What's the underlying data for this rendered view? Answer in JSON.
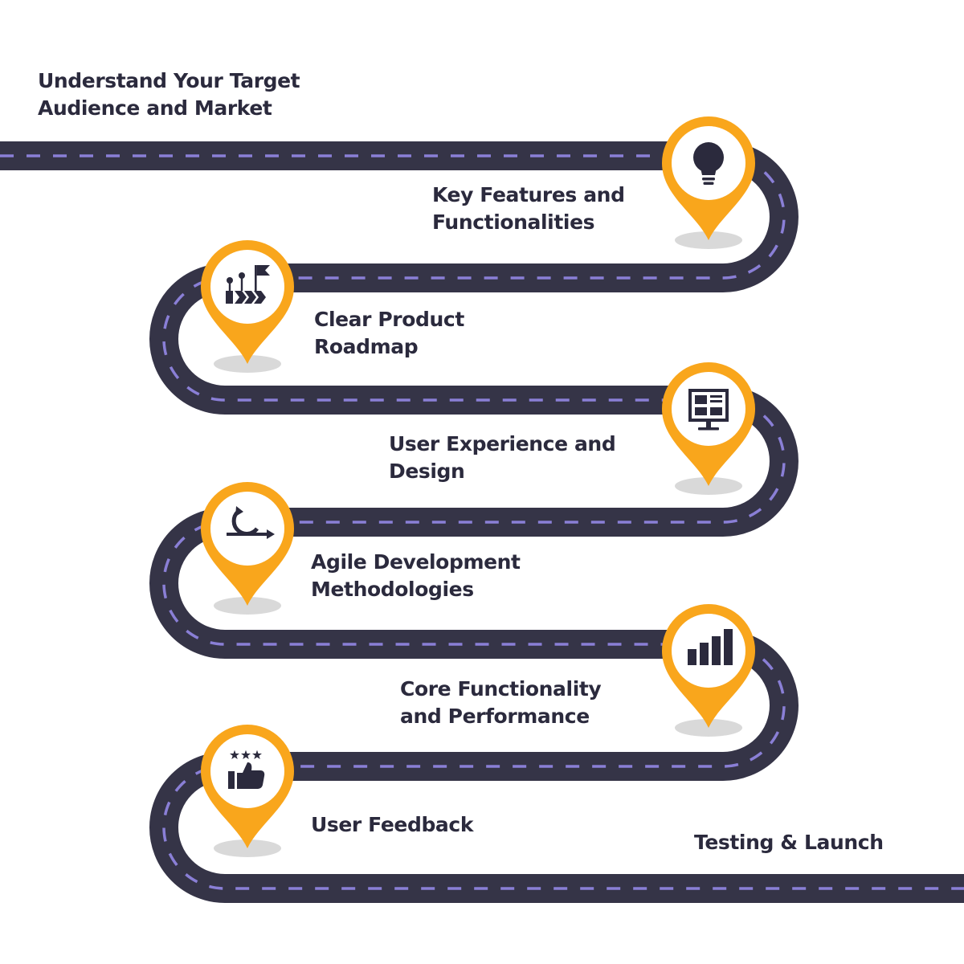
{
  "colors": {
    "road": "#353447",
    "lane_dash": "#8a7fd6",
    "pin": "#f9a61c",
    "pin_inner": "#ffffff",
    "icon": "#2b2a3d",
    "shadow": "#d9d9d9",
    "text": "#2b2a3d"
  },
  "steps": [
    {
      "lines": [
        "Understand Your Target",
        "Audience and Market"
      ]
    },
    {
      "lines": [
        "Key Features and",
        "Functionalities"
      ],
      "icon": "lightbulb-icon"
    },
    {
      "lines": [
        "Clear Product",
        "Roadmap"
      ],
      "icon": "roadmap-flag-icon"
    },
    {
      "lines": [
        "User Experience and",
        "Design"
      ],
      "icon": "monitor-layout-icon"
    },
    {
      "lines": [
        "Agile Development",
        "Methodologies"
      ],
      "icon": "agile-cycle-icon"
    },
    {
      "lines": [
        "Core Functionality",
        "and Performance"
      ],
      "icon": "bar-chart-icon"
    },
    {
      "lines": [
        "User Feedback"
      ],
      "icon": "rating-thumbs-up-icon"
    },
    {
      "lines": [
        "Testing & Launch"
      ]
    }
  ]
}
